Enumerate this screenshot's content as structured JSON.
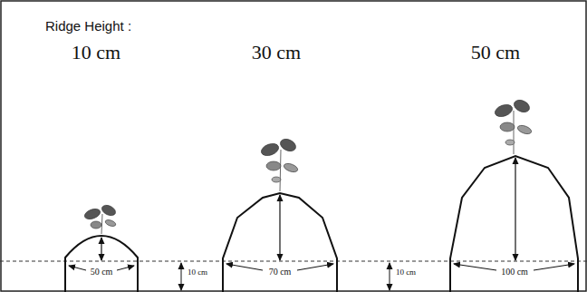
{
  "diagram": {
    "labels": [
      "Ridge Height :",
      "10 cm",
      "30 cm",
      "50 cm",
      "50 cm",
      "10 cm",
      "70 cm",
      "10 cm",
      "100 cm"
    ]
  }
}
